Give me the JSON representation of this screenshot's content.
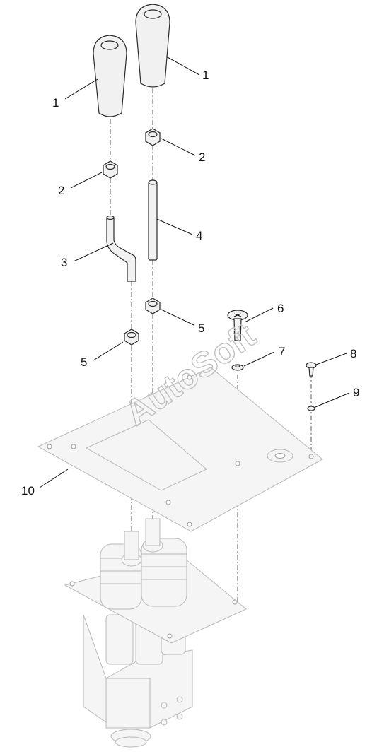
{
  "diagram": {
    "watermark": "AutoSoft",
    "callouts": [
      {
        "id": "knob-right",
        "label": "1"
      },
      {
        "id": "knob-left",
        "label": "1"
      },
      {
        "id": "nut-right-top",
        "label": "2"
      },
      {
        "id": "nut-left-top",
        "label": "2"
      },
      {
        "id": "bent-rod",
        "label": "3"
      },
      {
        "id": "straight-rod",
        "label": "4"
      },
      {
        "id": "nut-right-low",
        "label": "5"
      },
      {
        "id": "nut-left-low",
        "label": "5"
      },
      {
        "id": "screw-large",
        "label": "6"
      },
      {
        "id": "washer-large",
        "label": "7"
      },
      {
        "id": "screw-small",
        "label": "8"
      },
      {
        "id": "washer-small",
        "label": "9"
      },
      {
        "id": "plate",
        "label": "10"
      }
    ]
  }
}
